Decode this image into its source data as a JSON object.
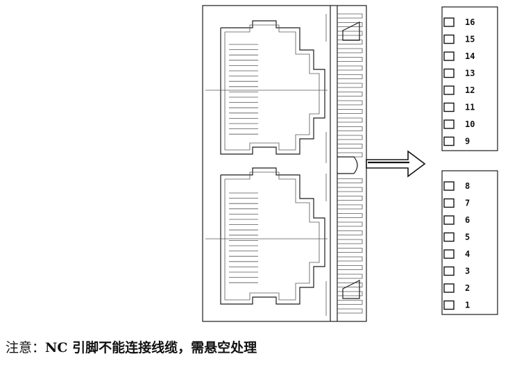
{
  "pins_top": [
    "16",
    "15",
    "14",
    "13",
    "12",
    "11",
    "10",
    "9"
  ],
  "pins_bottom": [
    "8",
    "7",
    "6",
    "5",
    "4",
    "3",
    "2",
    "1"
  ],
  "note": {
    "prefix": "注意：",
    "text": "NC 引脚不能连接线缆，需悬空处理"
  },
  "colors": {
    "line": "#1a1a1a",
    "background": "#ffffff"
  }
}
